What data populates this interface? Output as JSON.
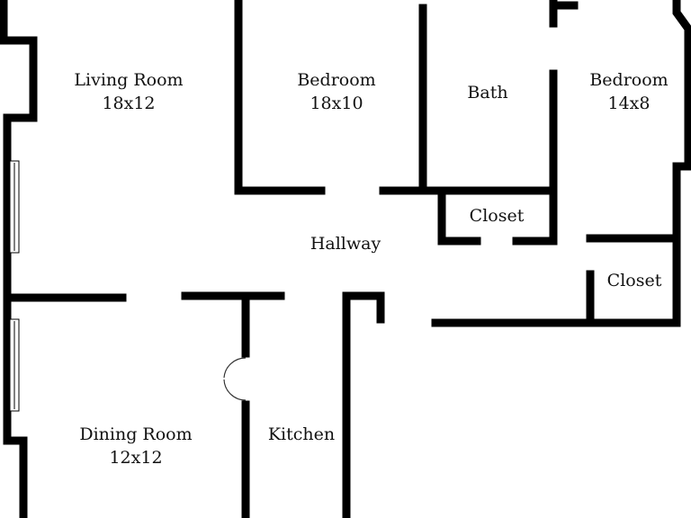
{
  "colors": {
    "wall": "#000000",
    "background": "#ffffff",
    "text": "#111111",
    "window": "#ffffff",
    "door": "#333333"
  },
  "rooms": {
    "living_room": {
      "name": "Living Room",
      "dim": "18x12"
    },
    "bedroom_1": {
      "name": "Bedroom",
      "dim": "18x10"
    },
    "bath": {
      "name": "Bath"
    },
    "bedroom_2": {
      "name": "Bedroom",
      "dim": "14x8"
    },
    "closet_1": {
      "name": "Closet"
    },
    "hallway": {
      "name": "Hallway"
    },
    "closet_2": {
      "name": "Closet"
    },
    "dining_room": {
      "name": "Dining Room",
      "dim": "12x12"
    },
    "kitchen": {
      "name": "Kitchen"
    }
  }
}
